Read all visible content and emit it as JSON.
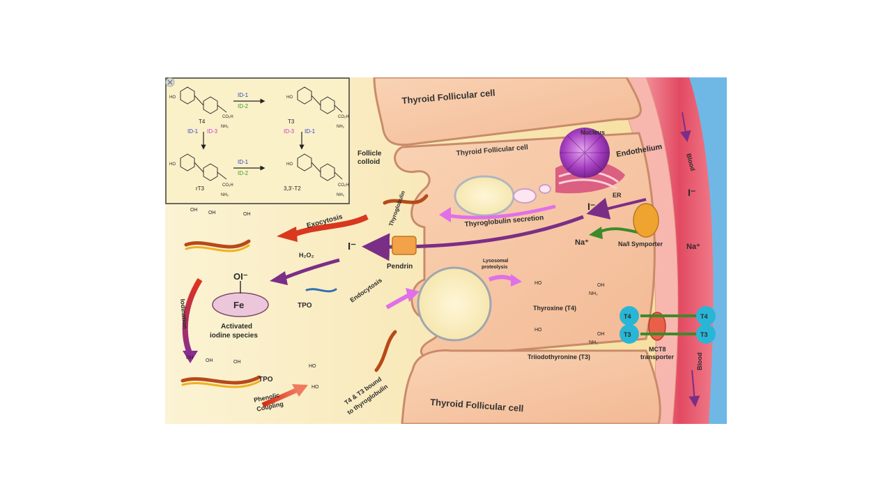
{
  "figure": {
    "inset": {
      "t4": "T4",
      "t3": "T3",
      "rt3": "rT3",
      "t2": "3,3'-T2",
      "top_arrow": {
        "a": "ID-1",
        "b": "ID-2"
      },
      "left_arrow": {
        "a": "ID-1",
        "b": "ID-3"
      },
      "mid_arrow": {
        "a": "ID-3",
        "b": "ID-1"
      },
      "bottom_arrow": {
        "a": "ID-1",
        "b": "ID-2"
      },
      "co2h": "CO₂H",
      "nh2": "NH₂",
      "ho": "HO"
    },
    "labels": {
      "cell_top": "Thyroid Follicular cell",
      "cell_mid": "Thyroid Follicular cell",
      "cell_bottom": "Thyroid Follicular cell",
      "follicle_colloid": [
        "Follicle",
        "colloid"
      ],
      "thyroglobulin": "Thyroglobulin",
      "tg_secretion": "Thyroglobulin secretion",
      "exocytosis": "Exocytosis",
      "h2o2": "H₂O₂",
      "iodide_left": "I⁻",
      "pendrin": "Pendrin",
      "tpo_top": "TPO",
      "oi": "OI⁻",
      "fe": "Fe",
      "activated": [
        "Activated",
        "iodine species"
      ],
      "iodination": "Iodination",
      "endocytosis": "Endocytosis",
      "lysosomal": [
        "Lysosomal",
        "proteolysis"
      ],
      "thyroxine": "Thyroxine (T4)",
      "triiodothyronine": "Triiodothyronine (T3)",
      "tpo_bottom": "TPO",
      "phenolic": [
        "Phenolic",
        "Coupling"
      ],
      "bound": [
        "T4 & T3 bound",
        "to thyroglobulin"
      ],
      "nucleus": "Nucleus",
      "er": "ER",
      "endothelium": "Endothelium",
      "blood_top": "Blood",
      "blood_bottom": "Blood",
      "iodide_blood": "I⁻",
      "iodide_cell": "I⁻",
      "na_cell": "Na⁺",
      "na_blood": "Na⁺",
      "symporter": "Na/I Symporter",
      "t4_in": "T4",
      "t4_out": "T4",
      "t3_in": "T3",
      "t3_out": "T3",
      "mct8": [
        "MCT8",
        "transporter"
      ],
      "oh": "OH",
      "ho": "HO",
      "nh2": "NH₂"
    },
    "colors": {
      "colloid": "#fbf0b8",
      "cell": "#f7c8a8",
      "vessel": "#e8556a",
      "lumen": "#6fb8e6",
      "arrow_purple": "#7b2e86",
      "arrow_red": "#d9371e",
      "arrow_magenta": "#e070e8",
      "arrow_green": "#3c8a2a",
      "teal": "#29b6d6"
    }
  }
}
